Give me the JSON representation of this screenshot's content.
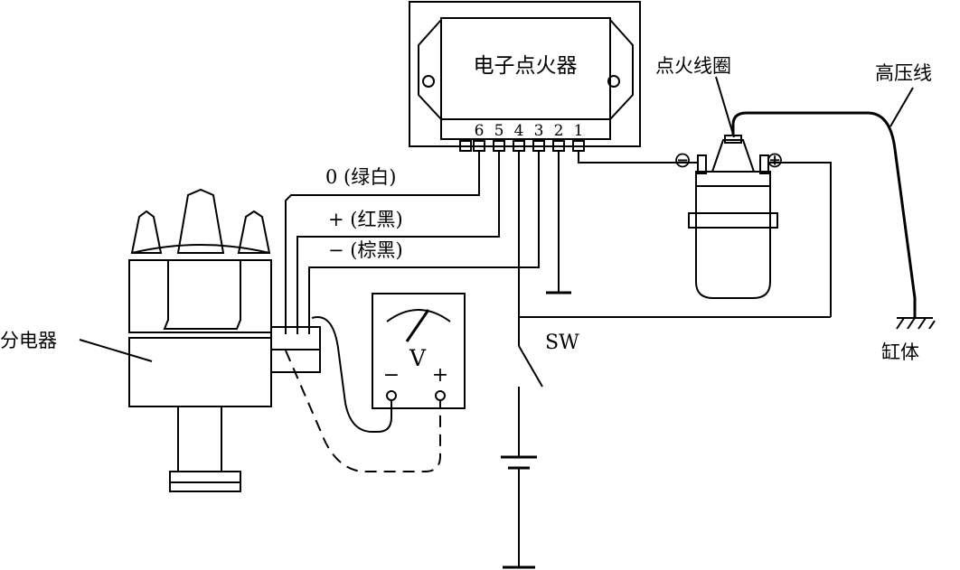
{
  "igniter": {
    "title": "电子点火器",
    "pins": [
      "6",
      "5",
      "4",
      "3",
      "2",
      "1"
    ]
  },
  "coil": {
    "label": "点火线圈",
    "minus_symbol": "⊖",
    "plus_symbol": "⊕"
  },
  "high_voltage_wire": {
    "label": "高压线"
  },
  "ground": {
    "label": "缸体"
  },
  "distributor": {
    "label": "分电器"
  },
  "wires": {
    "green_white": "0 (绿白)",
    "red_black": "+ (红黑)",
    "brown_black": "− (棕黑)"
  },
  "voltmeter": {
    "symbol": "V",
    "minus": "−",
    "plus": "+"
  },
  "switch": {
    "label": "SW"
  }
}
